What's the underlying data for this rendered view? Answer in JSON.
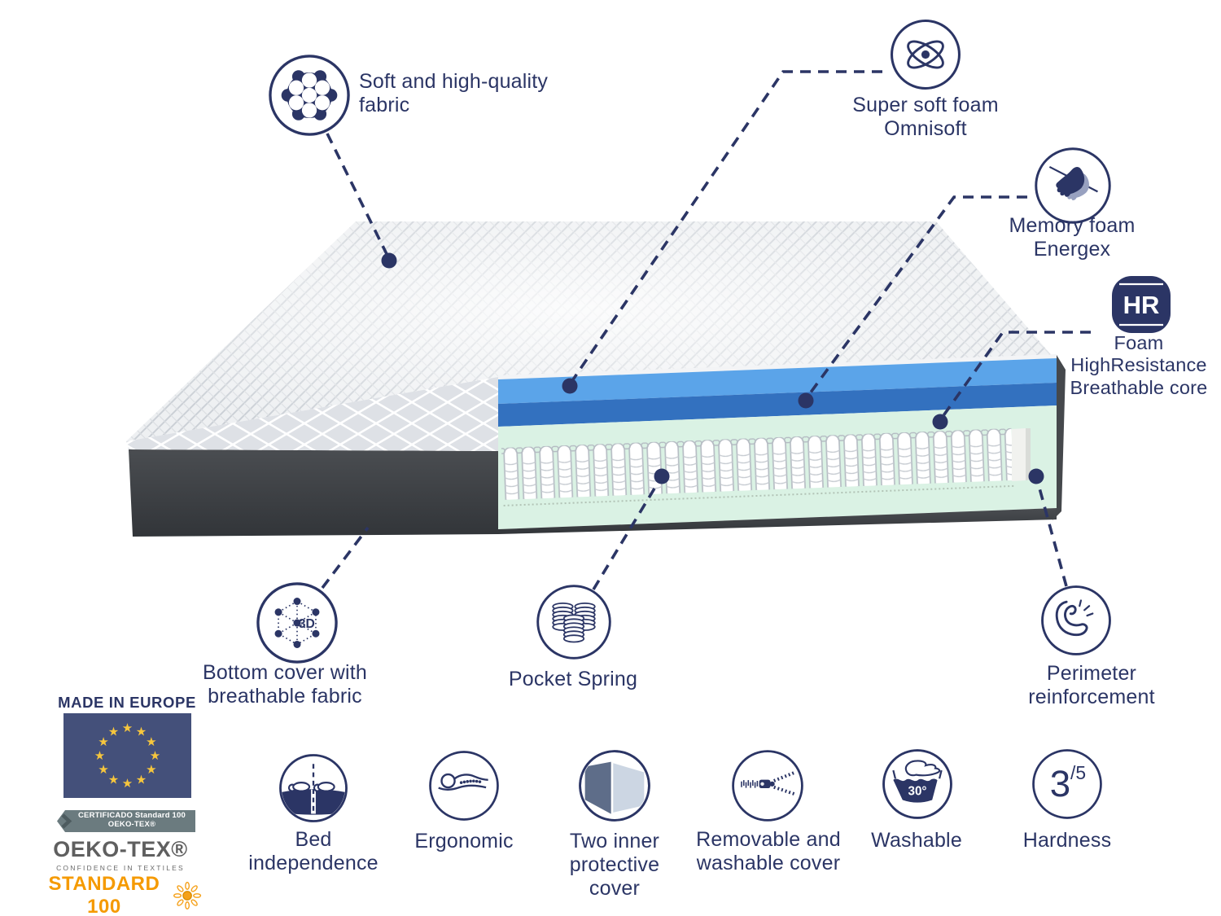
{
  "colors": {
    "navy": "#2b3565",
    "layer_soft_blue": "#5ba4e9",
    "layer_memory_blue": "#3371bf",
    "layer_mint": "#daf2e4",
    "base_dark": "#3c4044",
    "flag_blue": "#44507a",
    "star_gold": "#f6c63d",
    "ribbon_grey": "#6b7b7f",
    "oeko_orange": "#f59a00"
  },
  "callouts": {
    "fabric": {
      "line1": "Soft and high-quality",
      "line2": "fabric"
    },
    "omnisoft": {
      "line1": "Super soft foam",
      "line2": "Omnisoft"
    },
    "energex": {
      "line1": "Memory foam",
      "line2": "Energex"
    },
    "hr": {
      "badge": "HR",
      "line1": "Foam",
      "line2": "HighResistance",
      "line3": "Breathable core"
    },
    "bottom_cover": {
      "line1": "Bottom cover with",
      "line2": "breathable fabric",
      "icon_text": "3D"
    },
    "pocket_spring": {
      "label": "Pocket Spring"
    },
    "perimeter": {
      "line1": "Perimeter",
      "line2": "reinforcement"
    }
  },
  "certifications": {
    "made_in": "MADE IN EUROPE",
    "ribbon_line1": "CERTIFICADO Standard 100",
    "ribbon_line2": "OEKO-TEX®",
    "brand": "OEKO-TEX®",
    "brand_sub": "CONFIDENCE IN TEXTILES",
    "standard": "STANDARD 100"
  },
  "features": [
    {
      "id": "bed-independence",
      "line1": "Bed",
      "line2": "independence"
    },
    {
      "id": "ergonomic",
      "line1": "Ergonomic"
    },
    {
      "id": "two-inner-cover",
      "line1": "Two inner",
      "line2": "protective",
      "line3": "cover"
    },
    {
      "id": "removable-cover",
      "line1": "Removable and",
      "line2": "washable cover"
    },
    {
      "id": "washable",
      "line1": "Washable",
      "icon_text": "30°"
    },
    {
      "id": "hardness",
      "line1": "Hardness",
      "icon_num": "3",
      "icon_sup": "/5"
    }
  ]
}
